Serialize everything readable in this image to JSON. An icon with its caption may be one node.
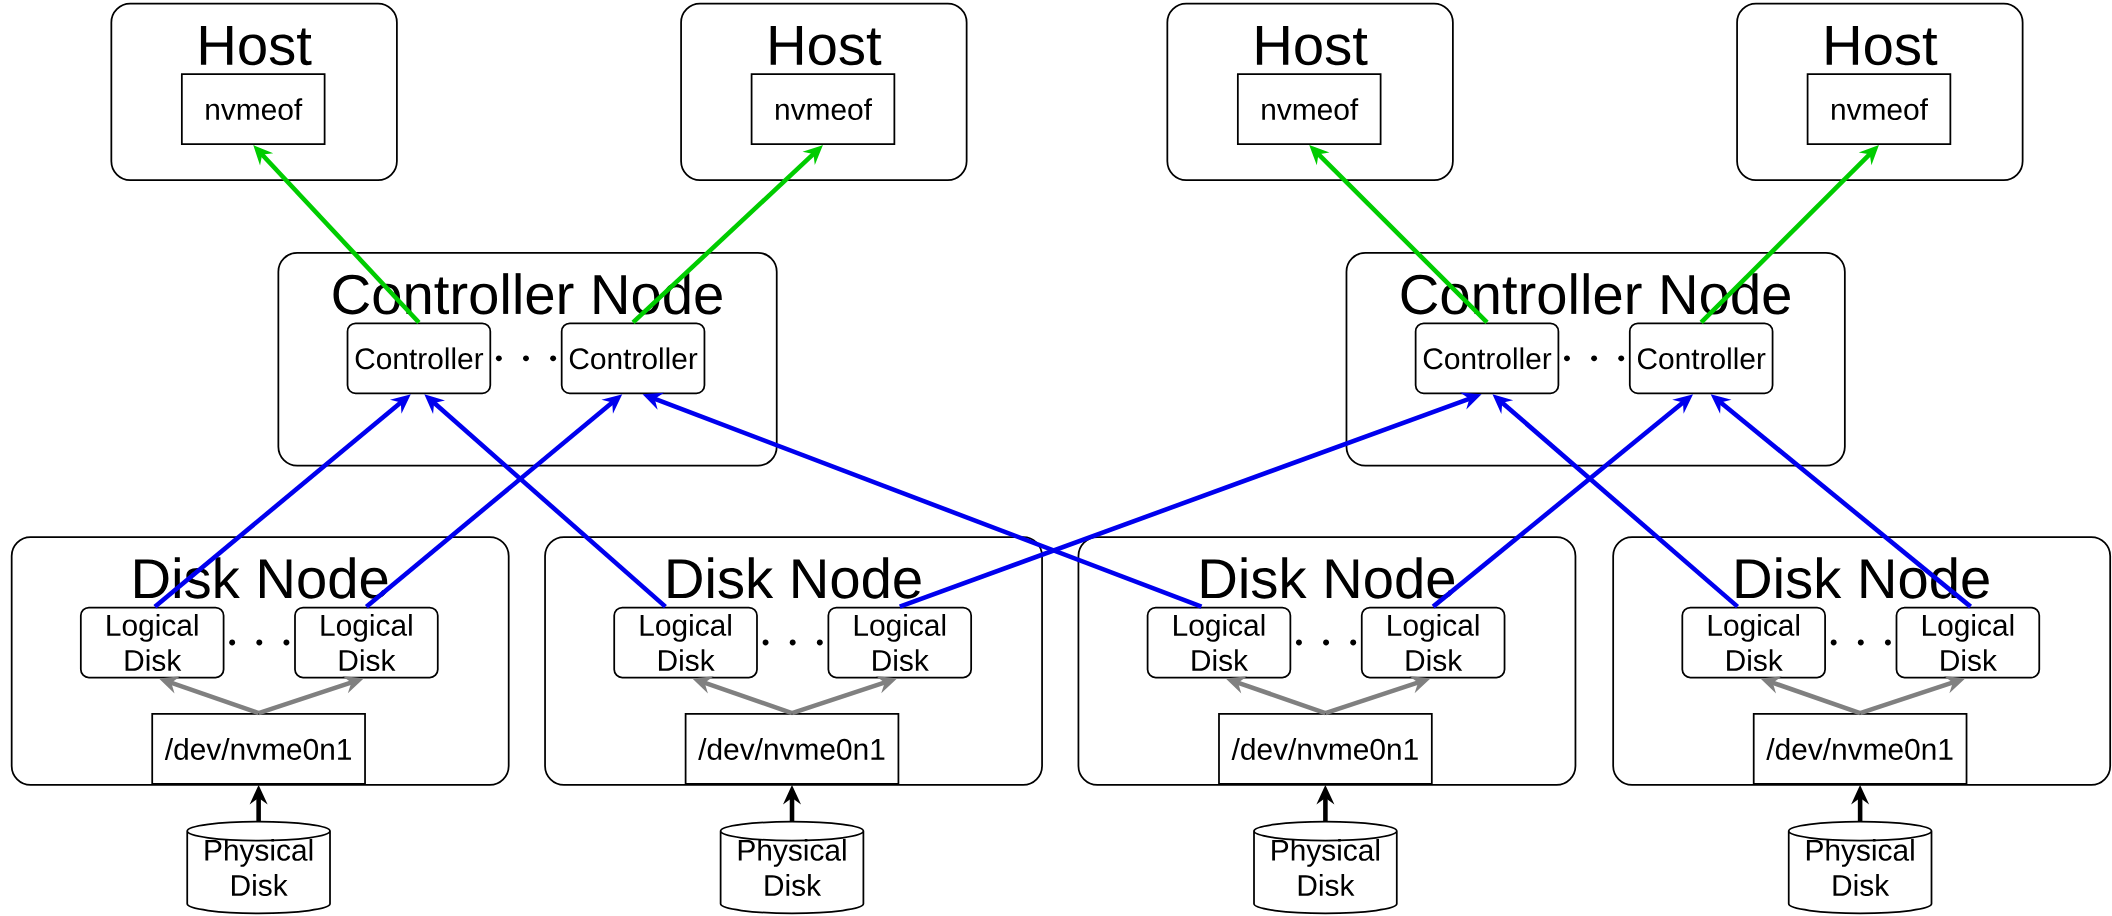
{
  "diagram": {
    "nodes": [
      {
        "text": [
          "Host"
        ]
      },
      {
        "text": [
          "nvmeof"
        ],
        "in": 0
      },
      {
        "text": [
          "Host"
        ]
      },
      {
        "text": [
          "nvmeof"
        ],
        "in": 2
      },
      {
        "text": [
          "Host"
        ]
      },
      {
        "text": [
          "nvmeof"
        ],
        "in": 4
      },
      {
        "text": [
          "Host"
        ]
      },
      {
        "text": [
          "nvmeof"
        ],
        "in": 6
      },
      {
        "text": [
          "Controller Node"
        ]
      },
      {
        "text": [
          "Controller"
        ],
        "in": 8
      },
      {
        "text": [
          "Controller"
        ],
        "in": 8
      },
      {
        "text": [
          "Controller Node"
        ]
      },
      {
        "text": [
          "Controller"
        ],
        "in": 11
      },
      {
        "text": [
          "Controller"
        ],
        "in": 11
      },
      {
        "text": [
          "Disk Node"
        ]
      },
      {
        "text": [
          "Logical Disk"
        ],
        "in": 14
      },
      {
        "text": [
          "Logical Disk"
        ],
        "in": 14
      },
      {
        "text": [
          "/dev/nvme0n1"
        ],
        "in": 14
      },
      {
        "text": [
          "Disk Node"
        ]
      },
      {
        "text": [
          "Logical Disk"
        ],
        "in": 18
      },
      {
        "text": [
          "Logical Disk"
        ],
        "in": 18
      },
      {
        "text": [
          "/dev/nvme0n1"
        ],
        "in": 18
      },
      {
        "text": [
          "Disk Node"
        ]
      },
      {
        "text": [
          "Logical Disk"
        ],
        "in": 22
      },
      {
        "text": [
          "Logical Disk"
        ],
        "in": 22
      },
      {
        "text": [
          "/dev/nvme0n1"
        ],
        "in": 22
      },
      {
        "text": [
          "Disk Node"
        ]
      },
      {
        "text": [
          "Logical Disk"
        ],
        "in": 26
      },
      {
        "text": [
          "Logical Disk"
        ],
        "in": 26
      },
      {
        "text": [
          "/dev/nvme0n1"
        ],
        "in": 26
      },
      {
        "text": [
          "Physical Disk"
        ]
      },
      {
        "text": [
          "Physical Disk"
        ]
      },
      {
        "text": [
          "Physical Disk"
        ]
      },
      {
        "text": [
          "Physical Disk"
        ]
      }
    ],
    "edges": [
      {
        "from": 9,
        "to": 1,
        "arrow": "to",
        "color": "#00cc00"
      },
      {
        "from": 10,
        "to": 3,
        "arrow": "to",
        "color": "#00cc00"
      },
      {
        "from": 12,
        "to": 5,
        "arrow": "to",
        "color": "#00cc00"
      },
      {
        "from": 13,
        "to": 7,
        "arrow": "to",
        "color": "#00cc00"
      },
      {
        "from": 15,
        "to": 9,
        "arrow": "to",
        "color": "#0000ee"
      },
      {
        "from": 16,
        "to": 10,
        "arrow": "to",
        "color": "#0000ee"
      },
      {
        "from": 19,
        "to": 9,
        "arrow": "to",
        "color": "#0000ee"
      },
      {
        "from": 20,
        "to": 12,
        "arrow": "to",
        "color": "#0000ee"
      },
      {
        "from": 23,
        "to": 10,
        "arrow": "to",
        "color": "#0000ee"
      },
      {
        "from": 24,
        "to": 13,
        "arrow": "to",
        "color": "#0000ee"
      },
      {
        "from": 27,
        "to": 12,
        "arrow": "to",
        "color": "#0000ee"
      },
      {
        "from": 28,
        "to": 13,
        "arrow": "to",
        "color": "#0000ee"
      },
      {
        "from": 17,
        "to": 15,
        "arrow": "to",
        "color": "#808080"
      },
      {
        "from": 17,
        "to": 16,
        "arrow": "to",
        "color": "#808080"
      },
      {
        "from": 21,
        "to": 19,
        "arrow": "to",
        "color": "#808080"
      },
      {
        "from": 21,
        "to": 20,
        "arrow": "to",
        "color": "#808080"
      },
      {
        "from": 25,
        "to": 23,
        "arrow": "to",
        "color": "#808080"
      },
      {
        "from": 25,
        "to": 24,
        "arrow": "to",
        "color": "#808080"
      },
      {
        "from": 29,
        "to": 27,
        "arrow": "to",
        "color": "#808080"
      },
      {
        "from": 29,
        "to": 28,
        "arrow": "to",
        "color": "#808080"
      },
      {
        "from": 30,
        "to": 17,
        "arrow": "to",
        "color": "#000000"
      },
      {
        "from": 31,
        "to": 21,
        "arrow": "to",
        "color": "#000000"
      },
      {
        "from": 32,
        "to": 25,
        "arrow": "to",
        "color": "#000000"
      },
      {
        "from": 33,
        "to": 29,
        "arrow": "to",
        "color": "#000000"
      }
    ]
  }
}
